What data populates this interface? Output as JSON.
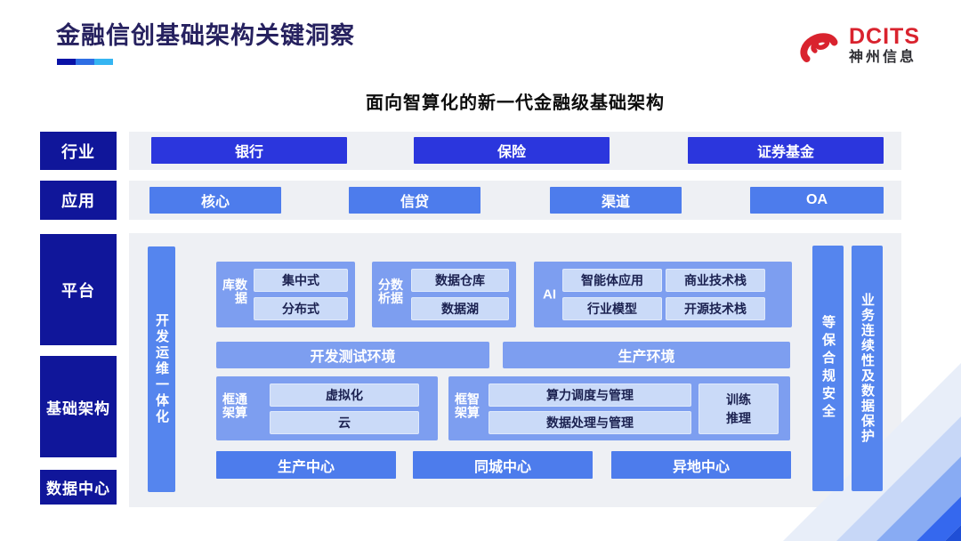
{
  "header": {
    "title": "金融信创基础架构关键洞察",
    "logo": {
      "brand": "DCITS",
      "company": "神州信息",
      "icon": "red-swirl-icon",
      "brand_color": "#d9232e"
    }
  },
  "diagram": {
    "subtitle": "面向智算化的新一代金融级基础架构",
    "layers": {
      "industry": {
        "label": "行业",
        "items": [
          "银行",
          "保险",
          "证券基金"
        ]
      },
      "application": {
        "label": "应用",
        "items": [
          "核心",
          "信贷",
          "渠道",
          "OA"
        ]
      },
      "platform": {
        "label": "平台"
      },
      "infrastructure": {
        "label": "基础架构"
      },
      "datacenter": {
        "label": "数据中心"
      }
    },
    "panel": {
      "devops_bar": "开发运维一体化",
      "database_group": {
        "label": "数据库",
        "items": [
          "集中式",
          "分布式"
        ]
      },
      "analytics_group": {
        "label": "数据分析",
        "items": [
          "数据仓库",
          "数据湖"
        ]
      },
      "ai_group": {
        "label": "AI",
        "items": [
          "智能体应用",
          "商业技术栈",
          "行业模型",
          "开源技术栈"
        ]
      },
      "environments": [
        "开发测试环境",
        "生产环境"
      ],
      "general_framework": {
        "label": "通算框架",
        "items": [
          "虚拟化",
          "云"
        ]
      },
      "intelligent_framework": {
        "label": "智算框架",
        "items": [
          "算力调度与管理",
          "数据处理与管理"
        ],
        "side_item": "训练推理"
      },
      "centers": [
        "生产中心",
        "同城中心",
        "异地中心"
      ],
      "security_bar": "等保合规安全",
      "continuity_bar": "业务连续性及数据保护"
    },
    "colors": {
      "layer_label_bg": "#10169a",
      "industry_item_bg": "#2b36dd",
      "application_item_bg": "#4d7cec",
      "vertical_bar_bg": "#5585ee",
      "group_bg": "#7d9ef0",
      "chip_bg": "#cadaf8",
      "panel_bg": "#eef0f4",
      "accent_segments": [
        "#0a12a6",
        "#2e6ee4",
        "#35b5f2"
      ]
    }
  }
}
